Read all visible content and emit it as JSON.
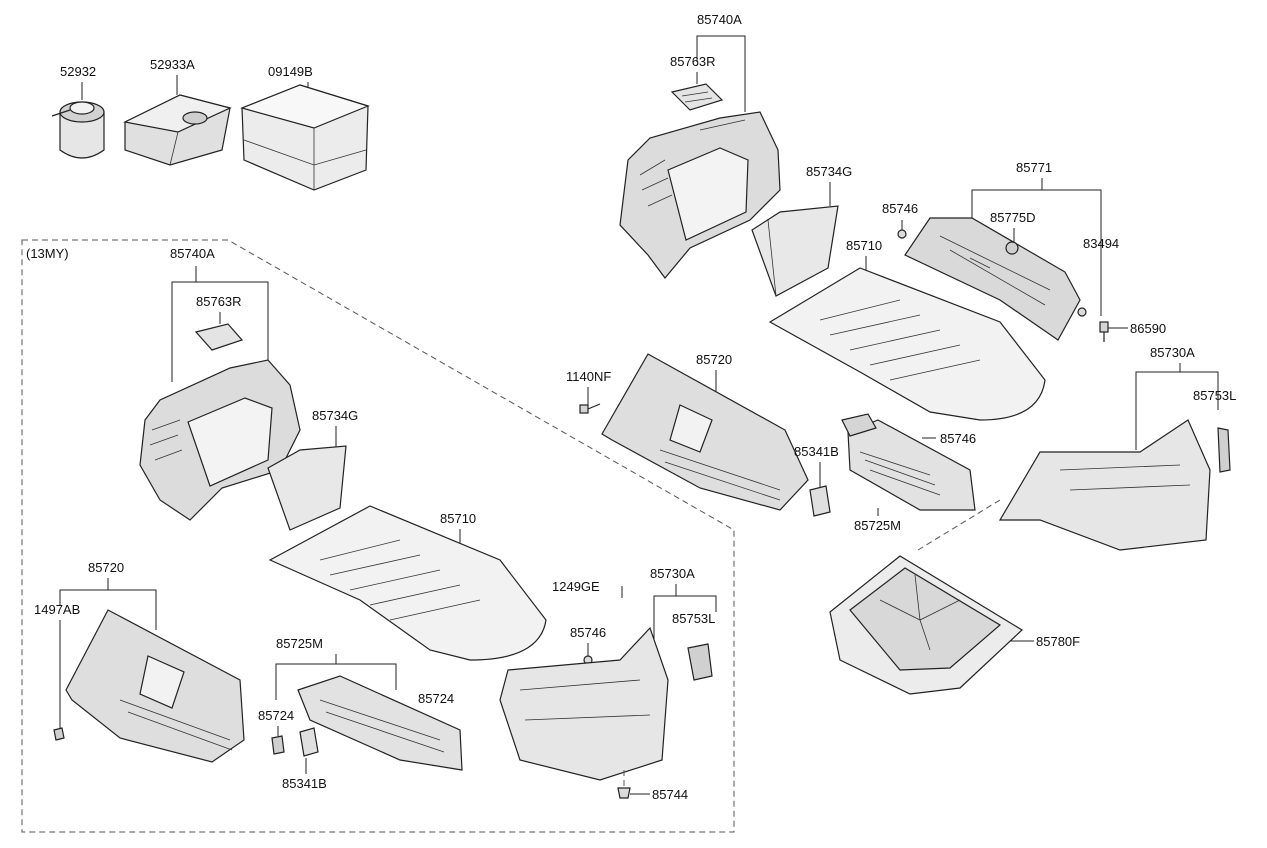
{
  "section_label": "(13MY)",
  "parts": {
    "p52932": "52932",
    "p52933A": "52933A",
    "p09149B": "09149B",
    "r85740A": "85740A",
    "r85763R": "85763R",
    "r85734G": "85734G",
    "r85771": "85771",
    "r85746a": "85746",
    "r85775D": "85775D",
    "r83494": "83494",
    "r85710": "85710",
    "r86590": "86590",
    "r1140NF": "1140NF",
    "r85720": "85720",
    "r85730A": "85730A",
    "r85753L": "85753L",
    "r85746b": "85746",
    "r85341B": "85341B",
    "r85725M": "85725M",
    "r85780F": "85780F",
    "l85740A": "85740A",
    "l85763R": "85763R",
    "l85734G": "85734G",
    "l85710": "85710",
    "l85720": "85720",
    "l1497AB": "1497AB",
    "l1249GE": "1249GE",
    "l85730A": "85730A",
    "l85746": "85746",
    "l85753L": "85753L",
    "l85725M": "85725M",
    "l85724a": "85724",
    "l85724b": "85724",
    "l85341B": "85341B",
    "l85744": "85744"
  }
}
